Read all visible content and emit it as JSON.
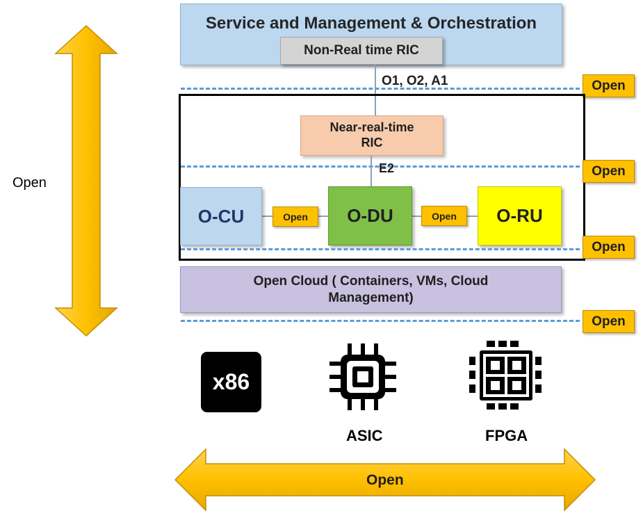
{
  "smo": {
    "title": "Service and Management & Orchestration"
  },
  "non_rt_ric": {
    "label": "Non-Real time RIC"
  },
  "interfaces": {
    "o1_o2_a1": "O1, O2, A1",
    "e2": "E2"
  },
  "near_rt_ric": {
    "line1": "Near-real-time",
    "line2": "RIC"
  },
  "nodes": {
    "ocu": "O-CU",
    "odu": "O-DU",
    "oru": "O-RU"
  },
  "cloud": {
    "line1": "Open Cloud ( Containers, VMs, Cloud",
    "line2": "Management)"
  },
  "open_tags": {
    "interface_layer": "Open",
    "e2_layer": "Open",
    "fronthaul_layer": "Open",
    "cloud_layer": "Open",
    "cu_du": "Open",
    "du_ru": "Open"
  },
  "vertical_arrow": {
    "label": "Open"
  },
  "horizontal_arrow": {
    "label": "Open"
  },
  "hardware": {
    "x86": "x86",
    "asic": "ASIC",
    "fpga": "FPGA"
  },
  "icons": {
    "vertical_arrow": "double-headed-vertical-arrow-icon",
    "horizontal_arrow": "double-headed-horizontal-arrow-icon",
    "asic": "chip-icon",
    "fpga": "fpga-icon"
  },
  "colors": {
    "arrow": "#ffc000",
    "dashed_line": "#5b9bd5",
    "smo": "#bcd7f0",
    "near_ric": "#f8cbad",
    "ocu": "#bdd7ee",
    "odu": "#80c048",
    "oru": "#ffff00",
    "cloud": "#c9c1e0"
  }
}
